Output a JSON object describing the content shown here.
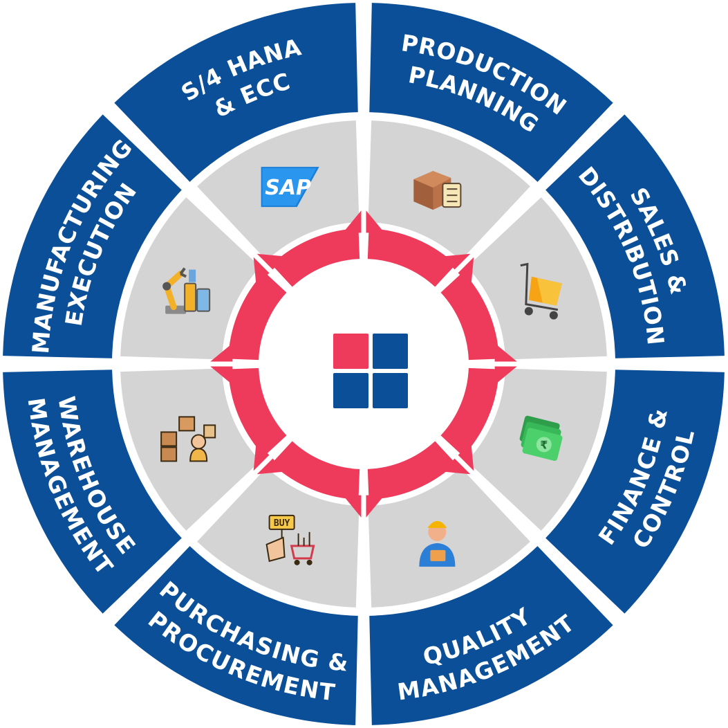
{
  "modules": [
    {
      "id": "s4hana",
      "lines": [
        "S/4 HANA",
        "& ECC"
      ],
      "icon": "sap-logo-icon"
    },
    {
      "id": "production-planning",
      "lines": [
        "PRODUCTION",
        "PLANNING"
      ],
      "icon": "box-checklist-icon"
    },
    {
      "id": "sales-distribution",
      "lines": [
        "SALES &",
        "DISTRIBUTION"
      ],
      "icon": "shopping-cart-icon"
    },
    {
      "id": "finance-control",
      "lines": [
        "FINANCE &",
        "CONTROL"
      ],
      "icon": "money-stack-icon"
    },
    {
      "id": "quality-management",
      "lines": [
        "QUALITY",
        "MANAGEMENT"
      ],
      "icon": "inspector-person-icon"
    },
    {
      "id": "purchasing-procurement",
      "lines": [
        "PURCHASING &",
        "PROCUREMENT"
      ],
      "icon": "buy-sign-cart-icon"
    },
    {
      "id": "warehouse-management",
      "lines": [
        "WAREHOUSE",
        "MANAGEMENT"
      ],
      "icon": "warehouse-boxes-icon"
    },
    {
      "id": "manufacturing-execution",
      "lines": [
        "MANUFACTURING",
        "EXECUTION"
      ],
      "icon": "robot-arm-icon"
    }
  ],
  "icon_texts": {
    "sap": "SAP",
    "buy": "BUY",
    "coin": "₹"
  },
  "colors": {
    "outer_ring": "#0a4f97",
    "inner_ring": "#d4d4d4",
    "gear": "#ee3b5b",
    "center_blue": "#0a4f97",
    "center_red": "#ee3b5b"
  }
}
